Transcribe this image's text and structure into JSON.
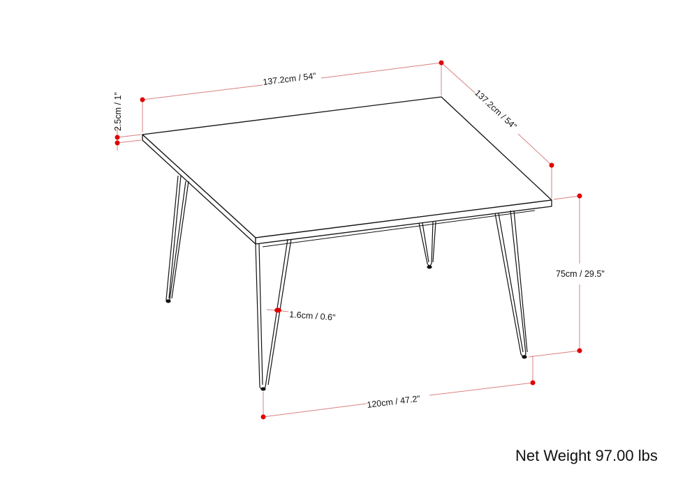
{
  "diagram": {
    "subject": "Square hairpin-leg dining table",
    "colors": {
      "outline": "#111111",
      "dimension_line": "#d98080",
      "dimension_dot": "#e00000",
      "text": "#111111",
      "background": "#ffffff"
    },
    "dimensions": {
      "top_thickness": "2.5cm / 1\"",
      "width": "137.2cm / 54\"",
      "depth": "137.2cm / 54\"",
      "height": "75cm / 29.5\"",
      "leg_diameter": "1.6cm / 0.6\"",
      "leg_span": "120cm / 47.2\""
    },
    "net_weight": "Net Weight 97.00 lbs"
  }
}
